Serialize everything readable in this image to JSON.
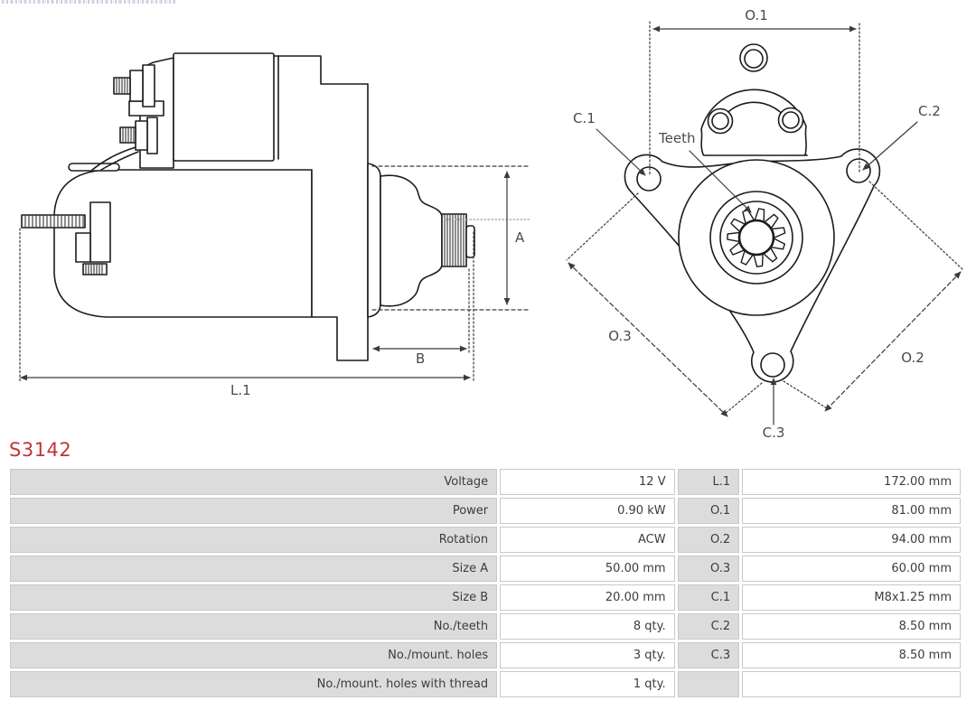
{
  "branding": {
    "logo_strip_icon": "aspl-partial-logo-strip"
  },
  "product": {
    "code": "S3142"
  },
  "colors": {
    "accent_red": "#c0353a",
    "table_label_bg": "#dcdcdc",
    "table_border": "#c9c9c9",
    "table_text": "#3c3c3c",
    "drawing_line": "#1c1c1c",
    "dimension_text": "#4a4a4a"
  },
  "diagrams": {
    "side_view": {
      "name": "starter-motor-side-view",
      "labels": {
        "a": "A",
        "b": "B",
        "l1": "L.1"
      }
    },
    "front_view": {
      "name": "starter-motor-front-view",
      "labels": {
        "o1": "O.1",
        "o2": "O.2",
        "o3": "O.3",
        "c1": "C.1",
        "c2": "C.2",
        "c3": "C.3",
        "teeth": "Teeth"
      }
    }
  },
  "spec_table": {
    "rows": [
      {
        "label1": "Voltage",
        "value1": "12 V",
        "label2": "L.1",
        "value2": "172.00 mm"
      },
      {
        "label1": "Power",
        "value1": "0.90 kW",
        "label2": "O.1",
        "value2": "81.00 mm"
      },
      {
        "label1": "Rotation",
        "value1": "ACW",
        "label2": "O.2",
        "value2": "94.00 mm"
      },
      {
        "label1": "Size A",
        "value1": "50.00 mm",
        "label2": "O.3",
        "value2": "60.00 mm"
      },
      {
        "label1": "Size B",
        "value1": "20.00 mm",
        "label2": "C.1",
        "value2": "M8x1.25 mm"
      },
      {
        "label1": "No./teeth",
        "value1": "8 qty.",
        "label2": "C.2",
        "value2": "8.50 mm"
      },
      {
        "label1": "No./mount. holes",
        "value1": "3 qty.",
        "label2": "C.3",
        "value2": "8.50 mm"
      },
      {
        "label1": "No./mount. holes with thread",
        "value1": "1 qty.",
        "label2": "",
        "value2": ""
      }
    ]
  }
}
